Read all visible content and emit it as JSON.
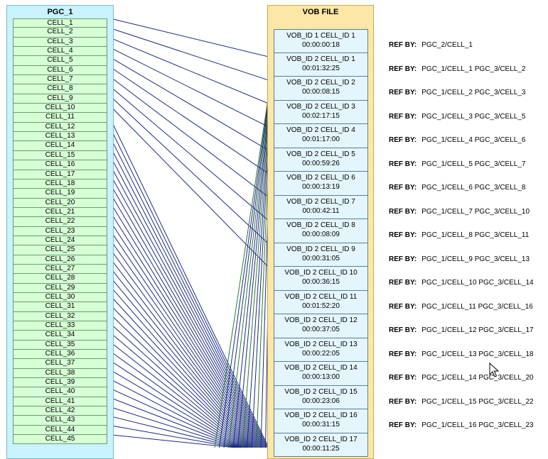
{
  "pgc": {
    "title": "PGC_1",
    "cells": [
      "CELL_1",
      "CELL_2",
      "CELL_3",
      "CELL_4",
      "CELL_5",
      "CELL_6",
      "CELL_7",
      "CELL_8",
      "CELL_9",
      "CELL_10",
      "CELL_11",
      "CELL_12",
      "CELL_13",
      "CELL_14",
      "CELL_15",
      "CELL_16",
      "CELL_17",
      "CELL_18",
      "CELL_19",
      "CELL_20",
      "CELL_21",
      "CELL_22",
      "CELL_23",
      "CELL_24",
      "CELL_25",
      "CELL_26",
      "CELL_27",
      "CELL_28",
      "CELL_29",
      "CELL_30",
      "CELL_31",
      "CELL_32",
      "CELL_33",
      "CELL_34",
      "CELL_35",
      "CELL_36",
      "CELL_37",
      "CELL_38",
      "CELL_39",
      "CELL_40",
      "CELL_41",
      "CELL_42",
      "CELL_43",
      "CELL_44",
      "CELL_45"
    ]
  },
  "vob": {
    "title": "VOB FILE",
    "cells": [
      {
        "id": "VOB_ID 1  CELL_ID 1",
        "time": "00:00:00:18"
      },
      {
        "id": "VOB_ID 2  CELL_ID 1",
        "time": "00:01:32:25"
      },
      {
        "id": "VOB_ID 2  CELL_ID 2",
        "time": "00:00:08:15"
      },
      {
        "id": "VOB_ID 2  CELL_ID 3",
        "time": "00:02:17:15"
      },
      {
        "id": "VOB_ID 2  CELL_ID 4",
        "time": "00:01:17:00"
      },
      {
        "id": "VOB_ID 2  CELL_ID 5",
        "time": "00:00:59:26"
      },
      {
        "id": "VOB_ID 2  CELL_ID 6",
        "time": "00:00:13:19"
      },
      {
        "id": "VOB_ID 2  CELL_ID 7",
        "time": "00:00:42:11"
      },
      {
        "id": "VOB_ID 2  CELL_ID 8",
        "time": "00:00:08:09"
      },
      {
        "id": "VOB_ID 2  CELL_ID 9",
        "time": "00:00:31:05"
      },
      {
        "id": "VOB_ID 2  CELL_ID 10",
        "time": "00:00:36:15"
      },
      {
        "id": "VOB_ID 2  CELL_ID 11",
        "time": "00:01:52:20"
      },
      {
        "id": "VOB_ID 2  CELL_ID 12",
        "time": "00:00:37:05"
      },
      {
        "id": "VOB_ID 2  CELL_ID 13",
        "time": "00:00:22:05"
      },
      {
        "id": "VOB_ID 2  CELL_ID 14",
        "time": "00:00:13:00"
      },
      {
        "id": "VOB_ID 2  CELL_ID 15",
        "time": "00:00:23:06"
      },
      {
        "id": "VOB_ID 2  CELL_ID 16",
        "time": "00:00:31:15"
      },
      {
        "id": "VOB_ID 2  CELL_ID 17",
        "time": "00:00:11:25"
      }
    ]
  },
  "refs": {
    "label": "REF BY:",
    "rows": [
      "PGC_2/CELL_1",
      "PGC_1/CELL_1  PGC_3/CELL_2",
      "PGC_1/CELL_2  PGC_3/CELL_3",
      "PGC_1/CELL_3  PGC_3/CELL_5",
      "PGC_1/CELL_4  PGC_3/CELL_6",
      "PGC_1/CELL_5  PGC_3/CELL_7",
      "PGC_1/CELL_6  PGC_3/CELL_8",
      "PGC_1/CELL_7  PGC_3/CELL_10",
      "PGC_1/CELL_8  PGC_3/CELL_11",
      "PGC_1/CELL_9  PGC_3/CELL_13",
      "PGC_1/CELL_10  PGC_3/CELL_14",
      "PGC_1/CELL_11  PGC_3/CELL_16",
      "PGC_1/CELL_12  PGC_3/CELL_17",
      "PGC_1/CELL_13  PGC_3/CELL_18",
      "PGC_1/CELL_14  PGC_3/CELL_20",
      "PGC_1/CELL_15  PGC_3/CELL_22",
      "PGC_1/CELL_16  PGC_3/CELL_23"
    ]
  },
  "colors": {
    "link_line": "#1a2a80",
    "link_line_alt": "#2a7a2a"
  },
  "cursor_icon": "mouse-pointer-icon"
}
